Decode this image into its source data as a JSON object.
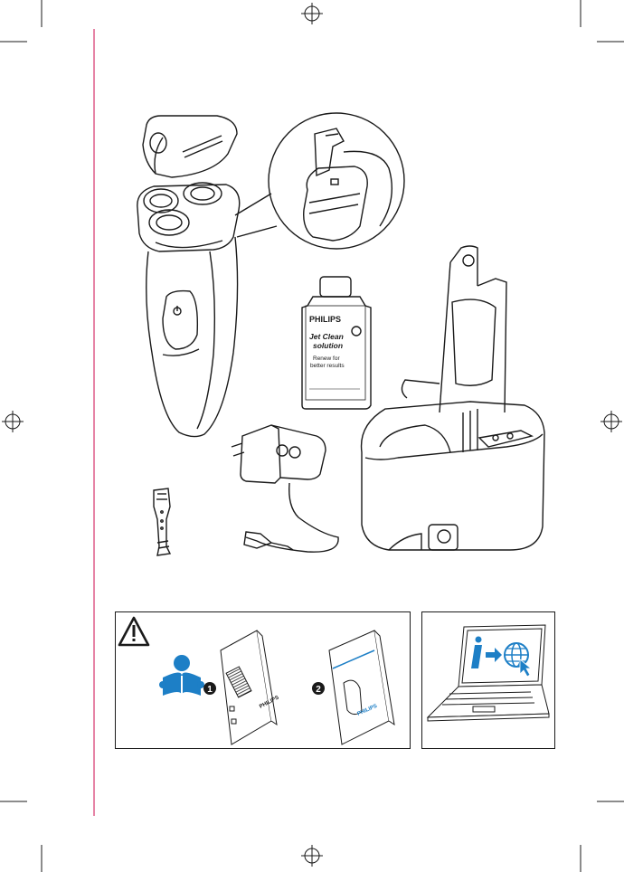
{
  "bottle": {
    "brand": "PHILIPS",
    "product_line1": "Jet Clean",
    "product_line2": "solution",
    "note_line1": "Renew for",
    "note_line2": "better results"
  },
  "steps": {
    "one": "1",
    "two": "2"
  },
  "booklet": {
    "brand": "PHILIPS"
  },
  "colors": {
    "accent_blue": "#1d7fc6",
    "margin_line": "#d6336c",
    "ink": "#1a1a1a"
  },
  "icons": {
    "warning": "warning-triangle-icon",
    "reader": "person-reading-icon",
    "online": "info-to-web-icon"
  }
}
